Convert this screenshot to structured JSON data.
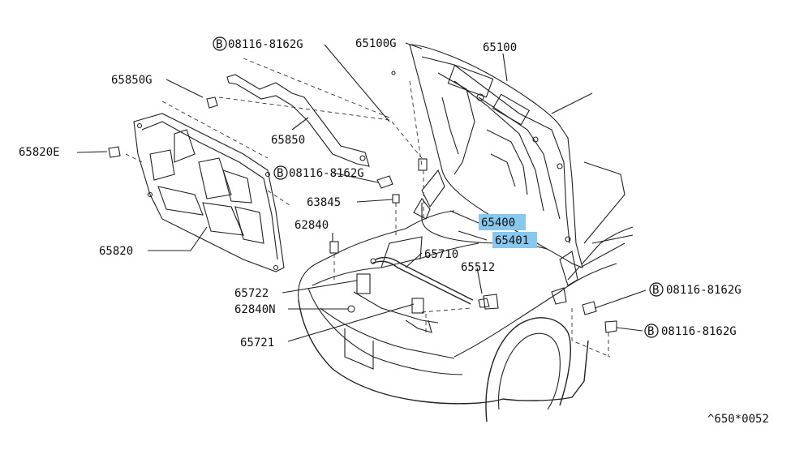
{
  "diagram": {
    "footer_code": "^650*0052",
    "parts": [
      {
        "id": "p1",
        "label": "08116-8162G",
        "bolt": "B",
        "highlight": false
      },
      {
        "id": "p2",
        "label": "65100G",
        "highlight": false
      },
      {
        "id": "p3",
        "label": "65100",
        "highlight": false
      },
      {
        "id": "p4",
        "label": "65850G",
        "highlight": false
      },
      {
        "id": "p5",
        "label": "65850",
        "highlight": false
      },
      {
        "id": "p6",
        "label": "65820E",
        "highlight": false
      },
      {
        "id": "p7",
        "label": "08116-8162G",
        "bolt": "B",
        "highlight": false
      },
      {
        "id": "p8",
        "label": "63845",
        "highlight": false
      },
      {
        "id": "p9",
        "label": "62840",
        "highlight": false
      },
      {
        "id": "p10",
        "label": "65400",
        "highlight": true
      },
      {
        "id": "p11",
        "label": "65401",
        "highlight": true
      },
      {
        "id": "p12",
        "label": "65710",
        "highlight": false
      },
      {
        "id": "p13",
        "label": "65512",
        "highlight": false
      },
      {
        "id": "p14",
        "label": "65820",
        "highlight": false
      },
      {
        "id": "p15",
        "label": "65722",
        "highlight": false
      },
      {
        "id": "p16",
        "label": "62840N",
        "highlight": false
      },
      {
        "id": "p17",
        "label": "65721",
        "highlight": false
      },
      {
        "id": "p18",
        "label": "08116-8162G",
        "bolt": "B",
        "highlight": false
      },
      {
        "id": "p19",
        "label": "08116-8162G",
        "bolt": "B",
        "highlight": false
      }
    ],
    "colors": {
      "highlight": "#88c8ec",
      "line": "#222222",
      "background": "#ffffff"
    }
  }
}
